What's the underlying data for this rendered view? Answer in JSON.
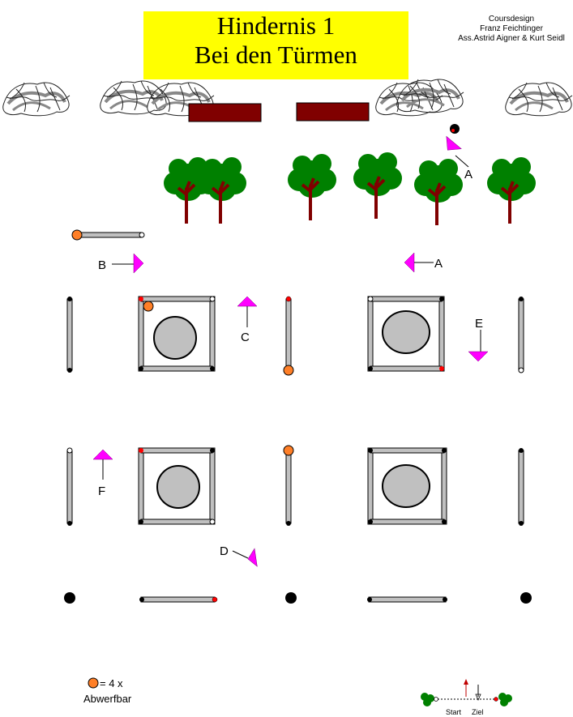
{
  "title": {
    "line1": "Hindernis 1",
    "line2": "Bei den Türmen"
  },
  "credits": {
    "line1": "Coursdesign",
    "line2": "Franz Feichtinger",
    "line3": "Ass.Astrid Aigner & Kurt Seidl"
  },
  "labels": {
    "a_top": "A",
    "a_mid": "A",
    "b": "B",
    "c": "C",
    "d": "D",
    "e": "E",
    "f": "F"
  },
  "legend": {
    "count": "= 4 x",
    "text": "Abwerfbar"
  },
  "start_finish": {
    "start": "Start",
    "finish": "Ziel"
  },
  "colors": {
    "title_bg": "#ffff00",
    "marker": "#ff00ff",
    "knockdown": "#ff7f27",
    "pole": "#c0c0c0",
    "tree": "#008000",
    "trunk": "#800000",
    "wall": "#800000"
  }
}
